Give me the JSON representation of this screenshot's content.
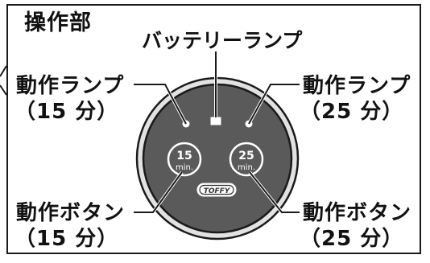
{
  "title": "操作部",
  "battery_lamp": "バッテリーランプ",
  "left_lamp": {
    "line1": "動作ランプ",
    "line2": "（15 分）"
  },
  "right_lamp": {
    "line1": "動作ランプ",
    "line2": "（25 分）"
  },
  "left_button": {
    "line1": "動作ボタン",
    "line2": "（15 分）"
  },
  "right_button": {
    "line1": "動作ボタン",
    "line2": "（25 分）"
  },
  "button_15": {
    "number": "15",
    "unit": "min."
  },
  "button_25": {
    "number": "25",
    "unit": "min."
  },
  "logo": "TOFFY",
  "colors": {
    "panel": "#5a5a5a",
    "ring": "#d9d9d9",
    "outline": "#1a1a1a",
    "lamp": "#ffffff"
  }
}
